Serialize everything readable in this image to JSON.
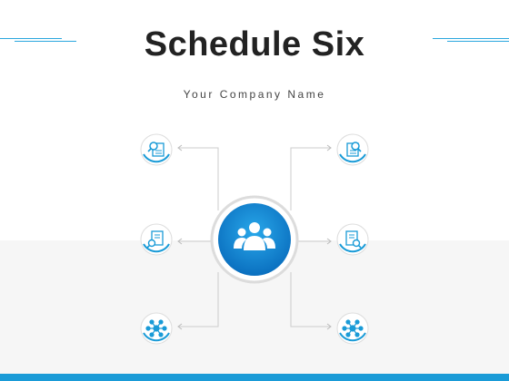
{
  "title": "Schedule Six",
  "subtitle": "Your Company Name",
  "colors": {
    "accent": "#1a9bd7",
    "accent_dark": "#0a6fbf",
    "line": "#cccccc",
    "ring": "#dddddd"
  },
  "diagram": {
    "center_icon": "team-icon",
    "nodes": [
      {
        "side": "left",
        "icon": "search-document-icon"
      },
      {
        "side": "right",
        "icon": "search-document-icon"
      },
      {
        "side": "left",
        "icon": "document-search-icon"
      },
      {
        "side": "right",
        "icon": "document-search-icon"
      },
      {
        "side": "left",
        "icon": "network-hub-icon"
      },
      {
        "side": "right",
        "icon": "network-hub-icon"
      }
    ]
  }
}
